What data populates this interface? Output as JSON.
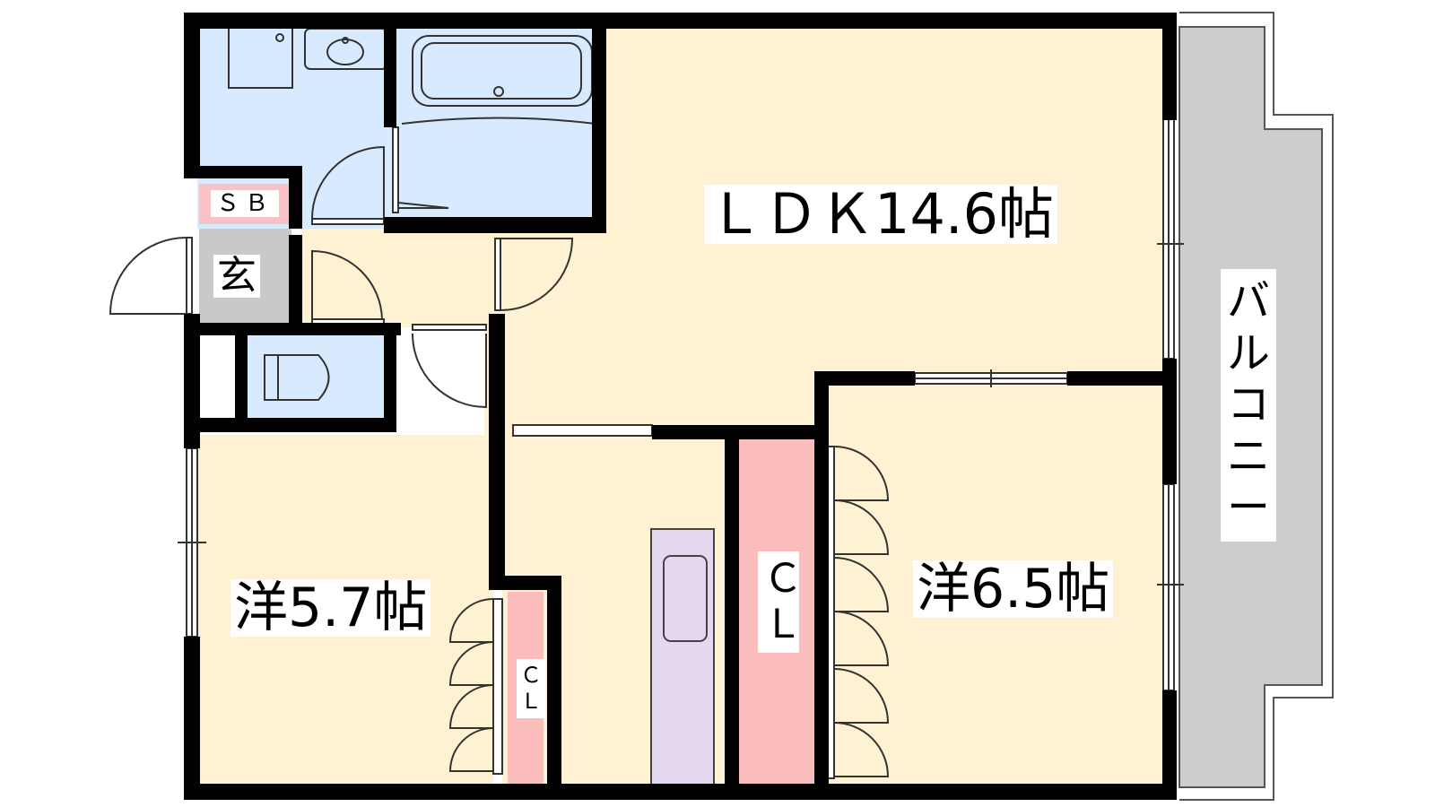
{
  "rooms": {
    "ldk": "ＬＤＫ14.6帖",
    "western_a": "洋5.7帖",
    "western_b": "洋6.5帖",
    "shoe_box": "ＳＢ",
    "entrance": "玄",
    "closet_large": "ＣＬ",
    "closet_small": "ＣＬ",
    "balcony": "バルコニー"
  },
  "colors": {
    "wall": "#000000",
    "living_floor": "#fef2d2",
    "wet_area": "#d8ebfe",
    "closet": "#fbbcbc",
    "entrance": "#c9c9c9",
    "balcony": "#cccccc",
    "kitchen": "#e3d8f0",
    "shoe_box": "#f9c2c6"
  }
}
